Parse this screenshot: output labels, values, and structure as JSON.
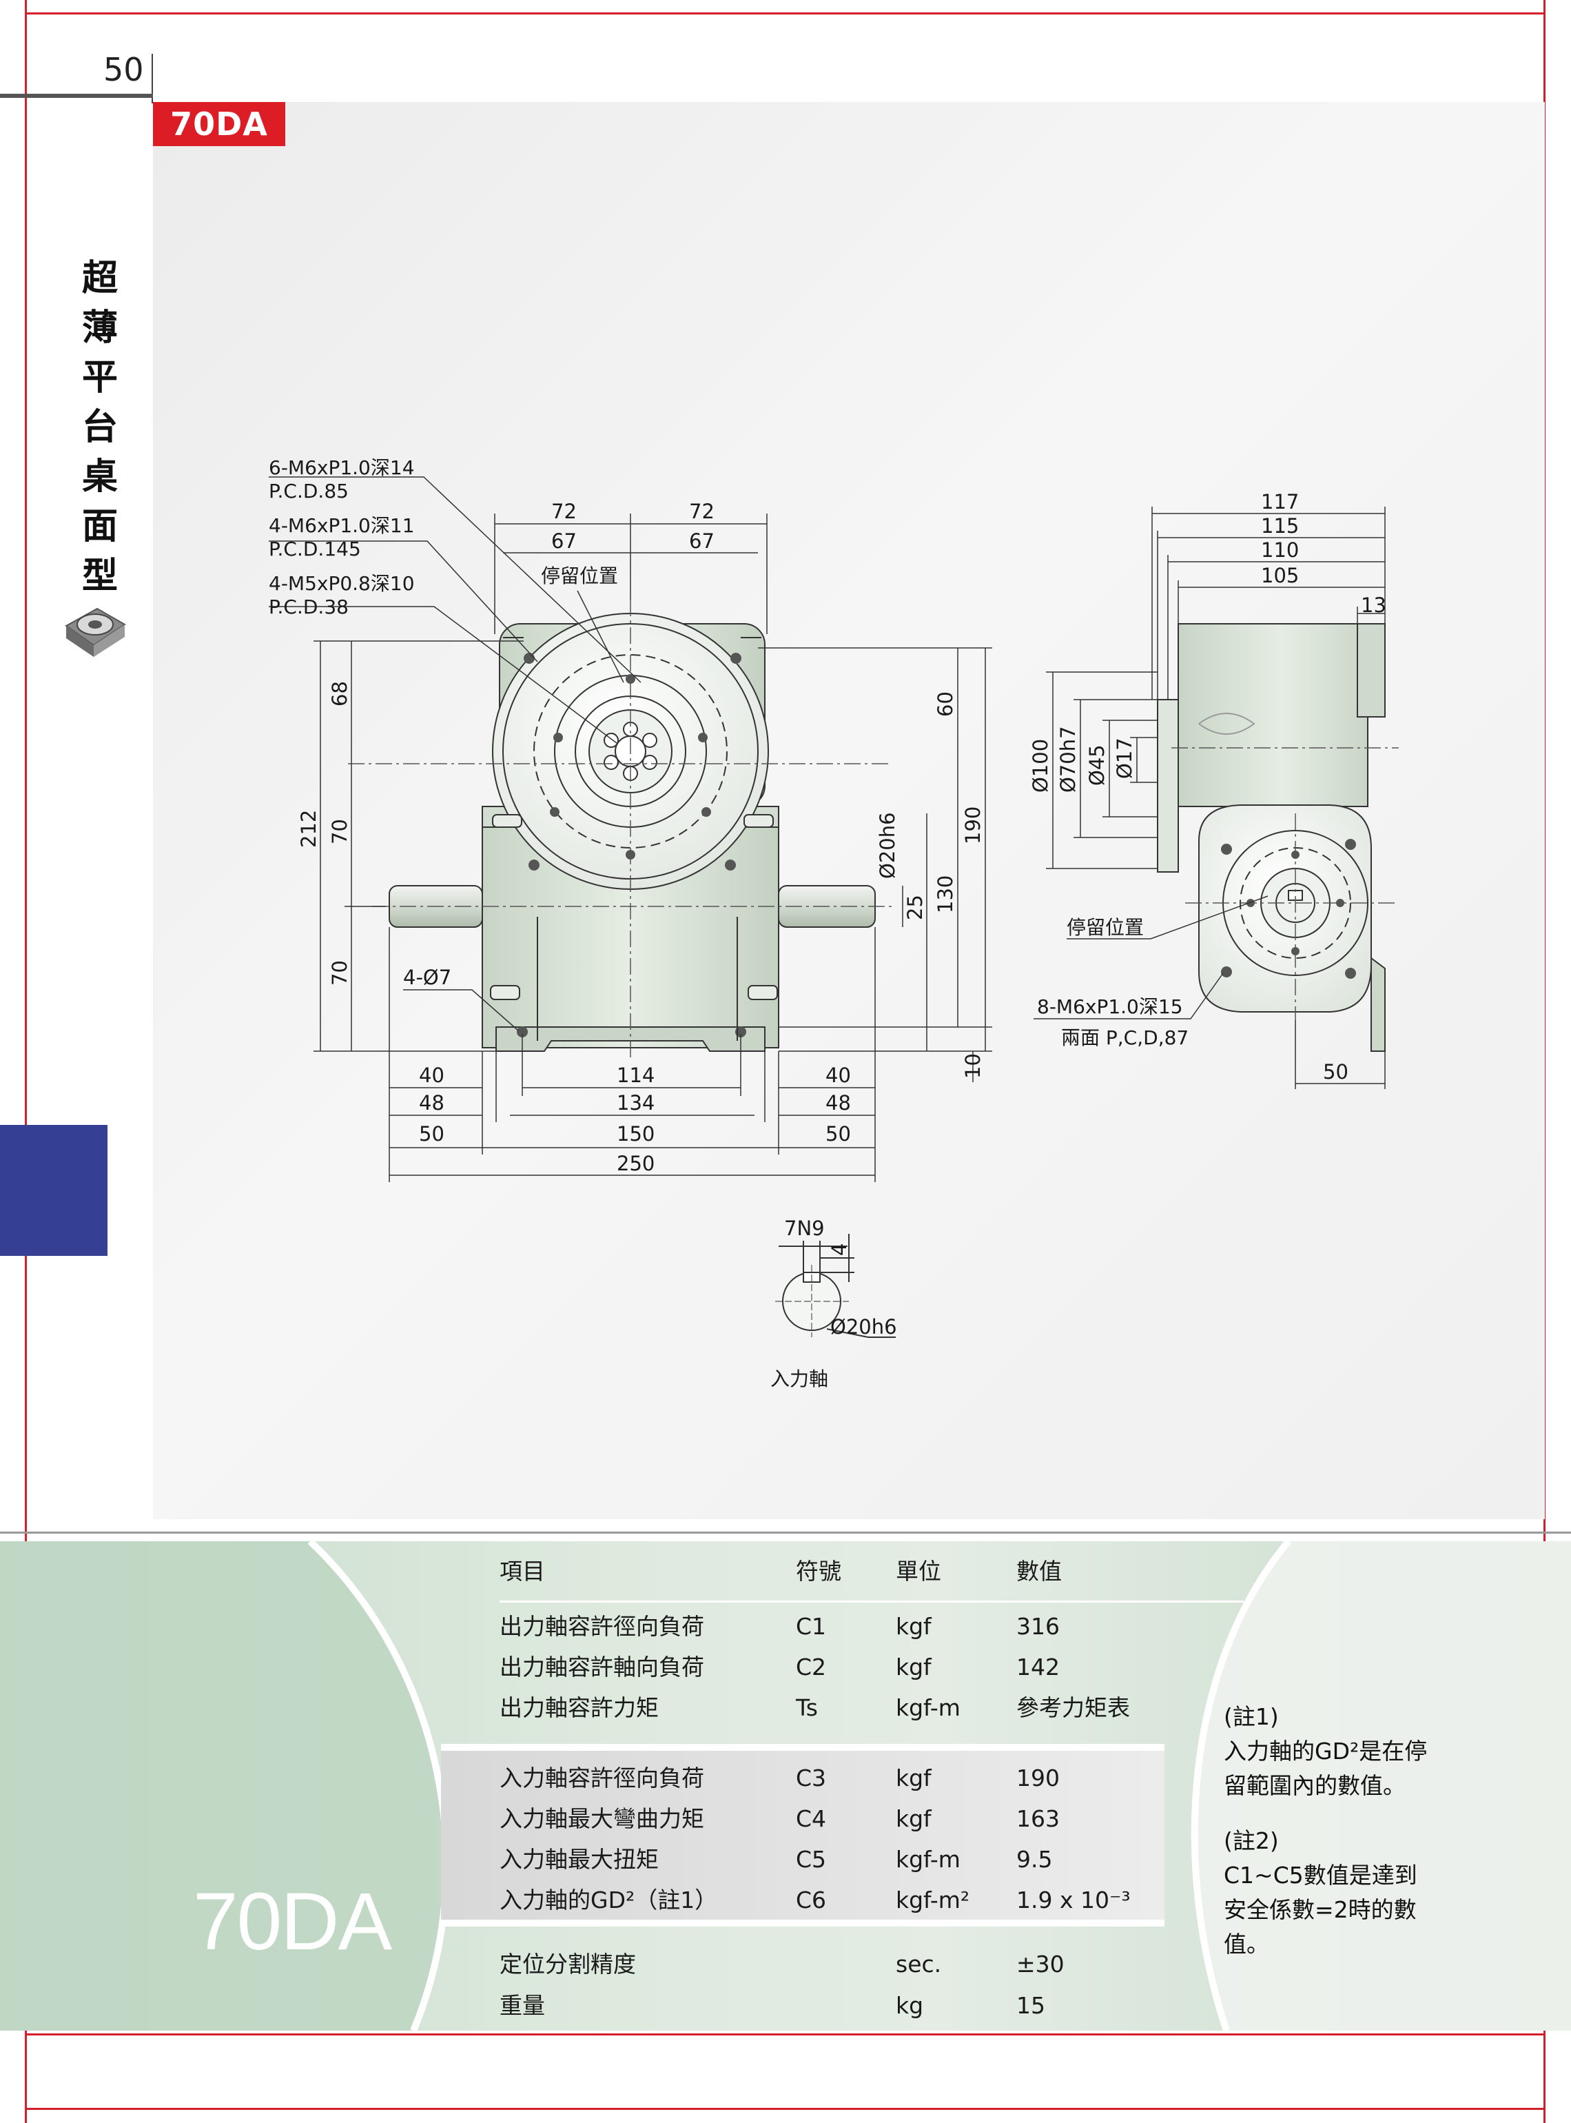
{
  "page": {
    "number": "50",
    "model_tag": "70DA",
    "side_title": [
      "超",
      "薄",
      "平",
      "台",
      "桌",
      "面",
      "型"
    ]
  },
  "drawing": {
    "callouts": [
      "6-M6xP1.0深14",
      "P.C.D.85",
      "4-M6xP1.0深11",
      "P.C.D.145",
      "4-M5xP0.8深10",
      "P.C.D.38"
    ],
    "dwell_label": "停留位置",
    "front_top_dims": [
      "72",
      "72",
      "67",
      "67"
    ],
    "front_left_dims": [
      "212",
      "68",
      "70",
      "70"
    ],
    "front_right_dims": [
      "60",
      "190",
      "130",
      "25",
      "Ø20h6",
      "10"
    ],
    "hole_label": "4-Ø7",
    "bottom_dims": [
      "40",
      "48",
      "50",
      "114",
      "134",
      "150",
      "250",
      "40",
      "48",
      "50"
    ],
    "side_top_dims": [
      "117",
      "115",
      "110",
      "105",
      "13"
    ],
    "side_diam_dims": [
      "Ø100",
      "Ø70h7",
      "Ø45",
      "Ø17"
    ],
    "side_dwell_label": "停留位置",
    "side_thread_label": "8-M6xP1.0深15",
    "side_pcd_label": "兩面 P,C,D,87",
    "side_bottom_dim": "50",
    "keyway_dims": [
      "7N9",
      "4",
      "Ø20h6"
    ],
    "input_shaft_label": "入力軸"
  },
  "spec": {
    "header": {
      "item": "項目",
      "symbol": "符號",
      "unit": "單位",
      "value": "數值"
    },
    "rows": [
      {
        "item": "出力軸容許徑向負荷",
        "symbol": "C1",
        "unit": "kgf",
        "value": "316"
      },
      {
        "item": "出力軸容許軸向負荷",
        "symbol": "C2",
        "unit": "kgf",
        "value": "142"
      },
      {
        "item": "出力軸容許力矩",
        "symbol": "Ts",
        "unit": "kgf-m",
        "value": "參考力矩表"
      },
      {
        "item": "入力軸容許徑向負荷",
        "symbol": "C3",
        "unit": "kgf",
        "value": "190"
      },
      {
        "item": "入力軸最大彎曲力矩",
        "symbol": "C4",
        "unit": "kgf",
        "value": "163"
      },
      {
        "item": "入力軸最大扭矩",
        "symbol": "C5",
        "unit": "kgf-m",
        "value": "9.5"
      },
      {
        "item": "入力軸的GD²（註1）",
        "symbol": "C6",
        "unit": "kgf-m²",
        "value": "1.9 x 10⁻³"
      },
      {
        "item": "定位分割精度",
        "symbol": "",
        "unit": "sec.",
        "value": "±30"
      },
      {
        "item": "重量",
        "symbol": "",
        "unit": "kg",
        "value": "15"
      }
    ],
    "big_model": "70DA"
  },
  "notes": [
    "(註1)",
    "入力軸的GD²是在停",
    "留範圍內的數值。",
    "",
    "(註2)",
    "C1~C5數值是達到",
    "安全係數=2時的數",
    "值。"
  ]
}
